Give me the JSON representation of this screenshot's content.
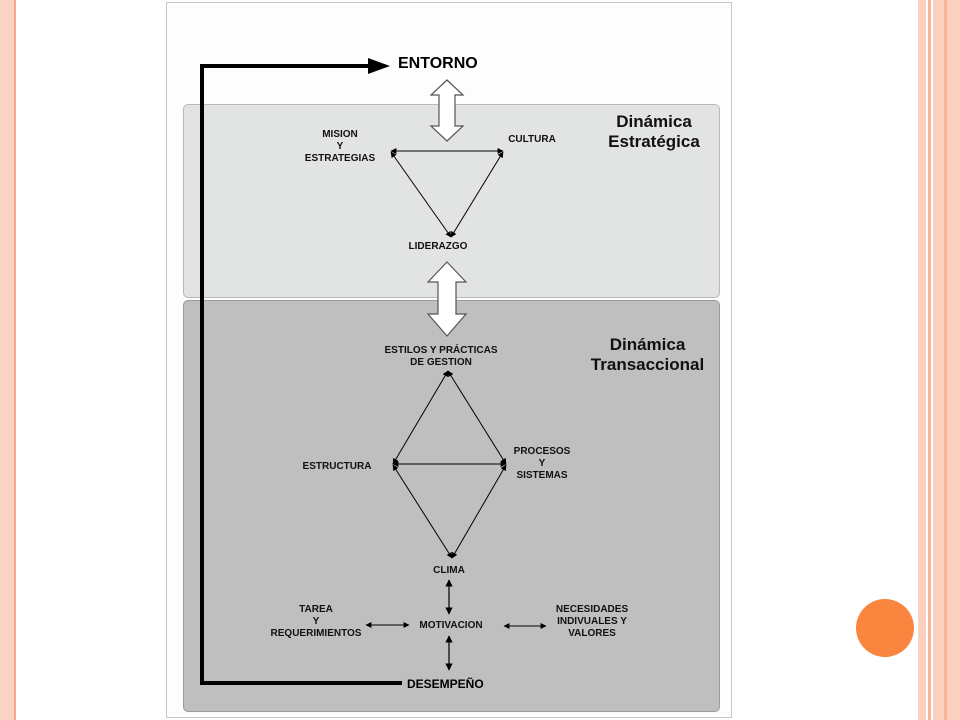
{
  "diagram": {
    "entorno": "ENTORNO",
    "strategic_title_line1": "Dinámica",
    "strategic_title_line2": "Estratégica",
    "transactional_title_line1": "Dinámica",
    "transactional_title_line2": "Transaccional",
    "mision_line1": "MISION",
    "mision_line2": "Y",
    "mision_line3": "ESTRATEGIAS",
    "cultura": "CULTURA",
    "liderazgo": "LIDERAZGO",
    "estilos_line1": "ESTILOS Y PRÁCTICAS",
    "estilos_line2": "DE GESTION",
    "estructura": "ESTRUCTURA",
    "procesos_line1": "PROCESOS",
    "procesos_line2": "Y",
    "procesos_line3": "SISTEMAS",
    "clima": "CLIMA",
    "tarea_line1": "TAREA",
    "tarea_line2": "Y",
    "tarea_line3": "REQUERIMIENTOS",
    "motivacion": "MOTIVACION",
    "necesidades_line1": "NECESIDADES",
    "necesidades_line2": "INDIVUALES Y",
    "necesidades_line3": "VALORES",
    "desempeno": "DESEMPEÑO"
  },
  "colors": {
    "accent_orange": "#f9853f",
    "slide_border_pink": "#fbd3c4",
    "strategic_zone": "#e2e4e3",
    "transactional_zone": "#bfbfbf"
  }
}
